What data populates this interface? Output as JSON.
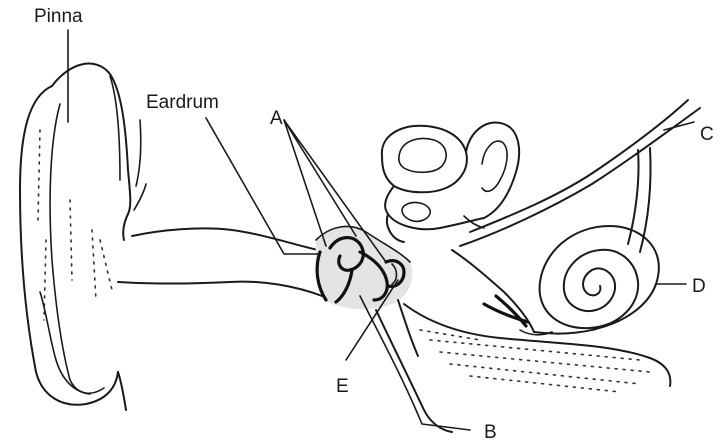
{
  "labels": {
    "pinna": "Pinna",
    "eardrum": "Eardrum",
    "a": "A",
    "b": "B",
    "c": "C",
    "d": "D",
    "e": "E"
  },
  "colors": {
    "ink": "#1a1a1a",
    "shading": "#e4e4e4",
    "background": "#ffffff"
  }
}
